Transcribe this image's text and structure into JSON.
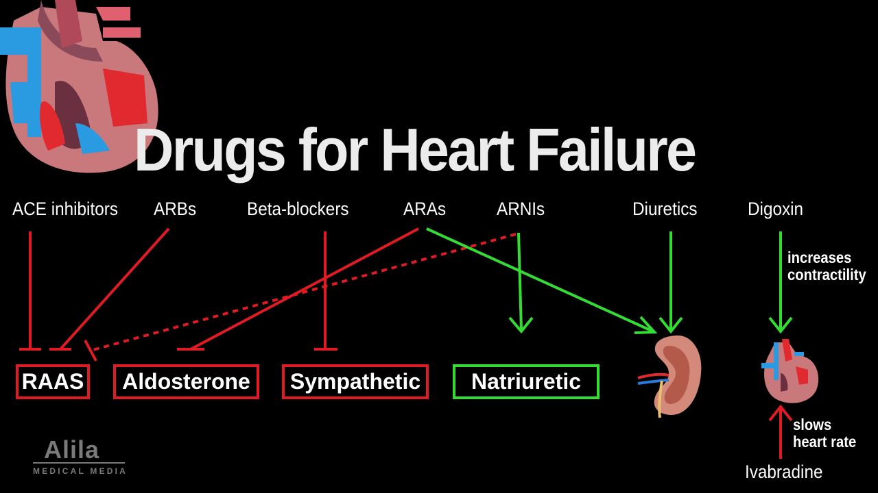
{
  "title": "Drugs for Heart Failure",
  "drugs": {
    "ace": "ACE inhibitors",
    "arbs": "ARBs",
    "beta": "Beta-blockers",
    "aras": "ARAs",
    "arnis": "ARNIs",
    "diuretics": "Diuretics",
    "digoxin": "Digoxin",
    "ivabradine": "Ivabradine"
  },
  "targets": {
    "raas": "RAAS",
    "aldosterone": "Aldosterone",
    "sympathetic": "Sympathetic",
    "natriuretic": "Natriuretic"
  },
  "notes": {
    "increases_line1": "increases",
    "increases_line2": "contractility",
    "slows_line1": "slows",
    "slows_line2": "heart rate"
  },
  "logo": {
    "word": "Alila",
    "sub": "MEDICAL MEDIA"
  },
  "colors": {
    "inhibit": "#e01b24",
    "stimulate": "#33dd33",
    "background": "#000000"
  }
}
